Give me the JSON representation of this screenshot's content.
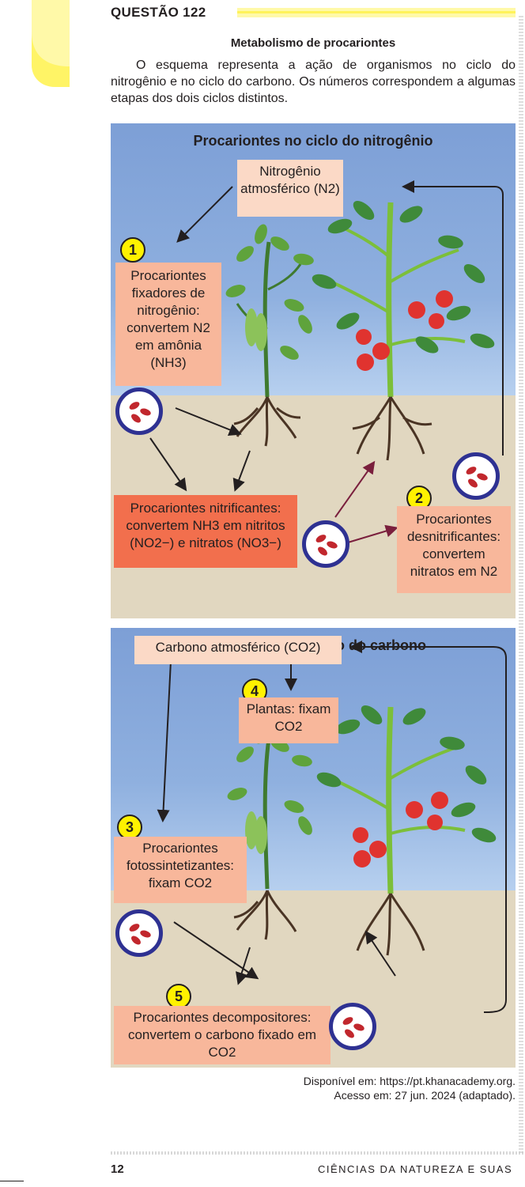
{
  "question": {
    "label": "QUESTÃO 122",
    "subtitle": "Metabolismo de procariontes",
    "intro": "O esquema representa a ação de organismos no ciclo do nitrogênio e no ciclo do carbono. Os números correspondem a algumas etapas dos dois ciclos distintos."
  },
  "nitrogen_panel": {
    "title": "Procariontes no ciclo do nitrogênio",
    "atm_box": "Nitrogênio atmosférico (N2)",
    "step1_badge": "1",
    "step1_box": "Procariontes fixadores de nitrogênio: convertem N2 em amônia (NH3)",
    "nitrif_box": "Procariontes nitrificantes: convertem NH3 em nitritos (NO2−) e nitratos (NO3−)",
    "step2_badge": "2",
    "step2_box": "Procariontes desnitrificantes: convertem nitratos em N2"
  },
  "carbon_panel": {
    "title": "Procariontes no ciclo do carbono",
    "atm_box": "Carbono atmosférico (CO2)",
    "step4_badge": "4",
    "step4_box": "Plantas: fixam CO2",
    "step3_badge": "3",
    "step3_box": "Procariontes fotossintetizantes: fixam CO2",
    "step5_badge": "5",
    "step5_box": "Procariontes decompositores: convertem o carbono fixado em CO2"
  },
  "credit": {
    "line1": "Disponível em: https://pt.khanacademy.org.",
    "line2": "Acesso em: 27 jun. 2024 (adaptado)."
  },
  "footer": {
    "page_number": "12",
    "section": "CIÊNCIAS DA NATUREZA E SUAS"
  },
  "colors": {
    "badge": "#fff200",
    "box": "#f8b79b",
    "box_dark": "#f26f4d",
    "microbe_ring": "#2e3192",
    "sky": "#8fb0df",
    "soil": "#e1d7c0"
  }
}
